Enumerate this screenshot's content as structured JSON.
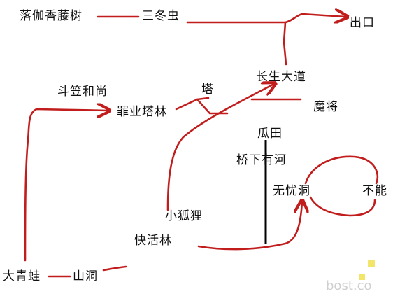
{
  "nodes": {
    "luojia_xiangteng_shu": "落伽香藤树",
    "san_dong_chong": "三冬虫",
    "chukou": "出口",
    "changsheng_dadao": "长生大道",
    "dou_li_he_shang": "斗笠和尚",
    "ta": "塔",
    "zuiye_talin": "罪业塔林",
    "mo_jiang": "魔将",
    "gua_tian": "瓜田",
    "qiao_xia_you_he": "桥下有河",
    "wu_you_dong": "无忧洞",
    "bu_neng": "不能",
    "xiao_huli": "小狐狸",
    "kuaihuo_lin": "快活林",
    "da_qing_wa": "大青蛙",
    "shan_dong": "山洞"
  },
  "watermark": {
    "text": "bost.co"
  },
  "colors": {
    "path": "#c21d1d",
    "divider": "#000000",
    "text": "#111111",
    "watermark": "#cfcfcf",
    "watermark_box": "#f3e56a"
  }
}
